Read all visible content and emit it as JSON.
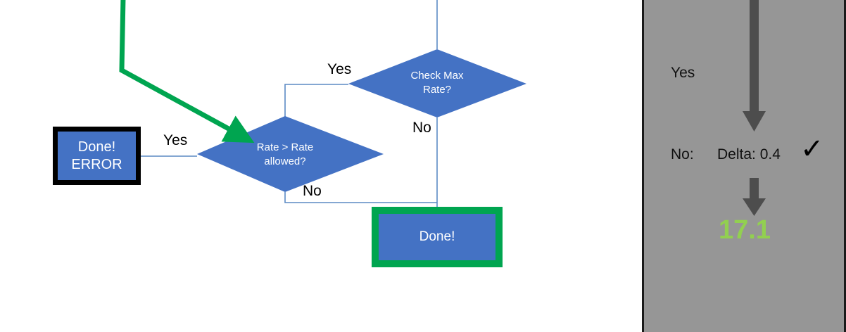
{
  "flowchart": {
    "nodes": {
      "done_error": {
        "label": "Done!\nERROR"
      },
      "done": {
        "label": "Done!"
      },
      "rate_allowed": {
        "label": "Rate > Rate\nallowed?"
      },
      "check_max": {
        "label": "Check Max\nRate?"
      }
    },
    "branch_labels": {
      "yes_to_done_error": "Yes",
      "yes_to_check_max": "Yes",
      "no_from_check_max": "No",
      "no_from_rate_allowed": "No"
    },
    "colors": {
      "node_fill": "#4472C4",
      "error_border": "#000000",
      "success_border": "#00A550",
      "connector": "#5B8AC4",
      "highlight_arrow": "#00A550"
    }
  },
  "side_panel": {
    "background": "#969696",
    "yes_label": "Yes",
    "no_label": "No:",
    "delta_label": "Delta: 0.4",
    "check_mark": "✓",
    "result_value": "17.1",
    "result_color": "#92D050",
    "arrow_color": "#4D4D4D"
  }
}
